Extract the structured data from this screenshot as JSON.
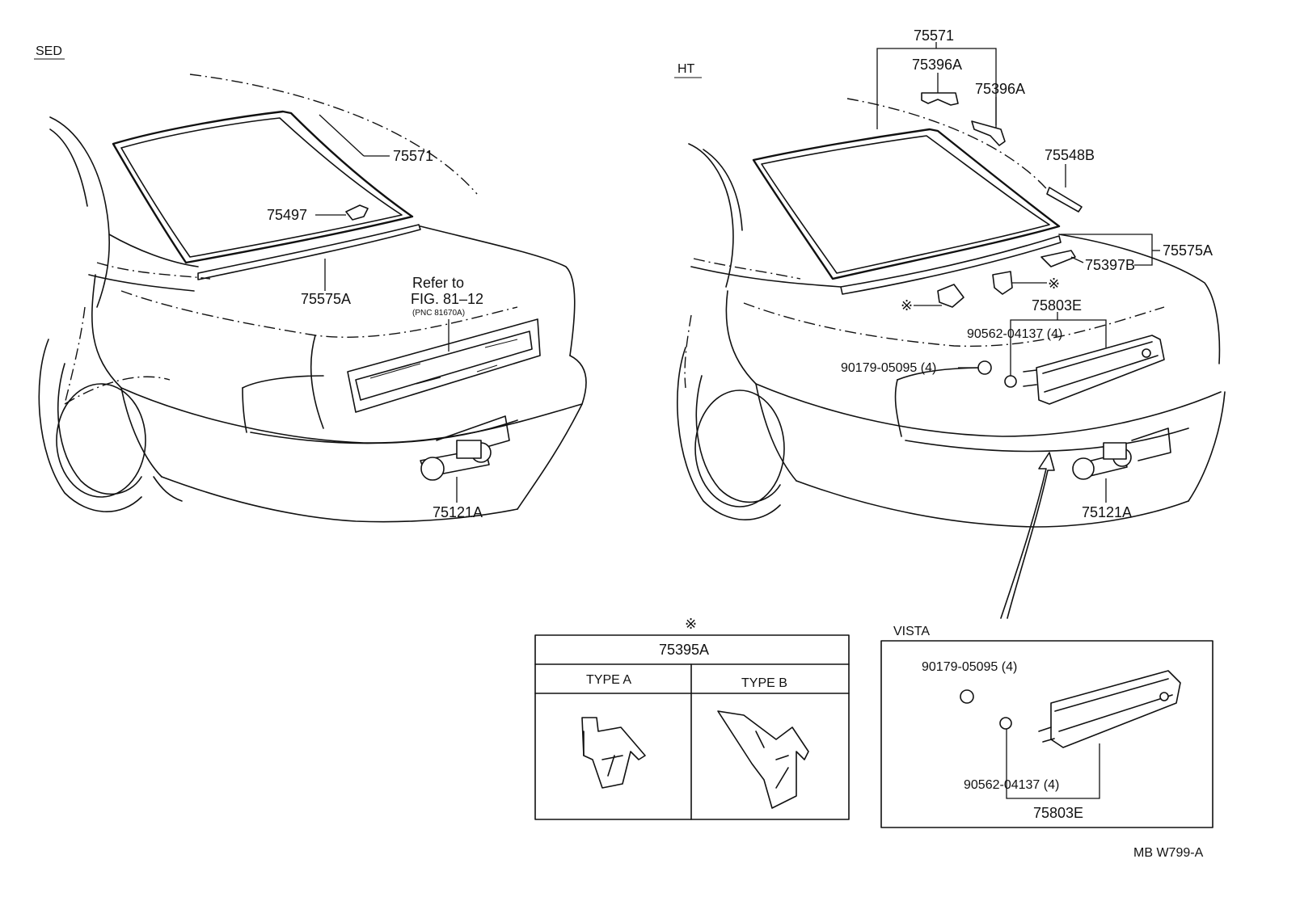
{
  "sections": {
    "sedan": "SED",
    "hardtop": "HT",
    "vista": "VISTA"
  },
  "labels": {
    "sed_glass_weatherstrip": "75571",
    "sed_clip": "75497",
    "sed_moulding": "75575A",
    "sed_refer_line1": "Refer to",
    "sed_refer_line2": "FIG. 81–12",
    "sed_refer_line3": "(PNC 81670A)",
    "sed_emblem": "75121A",
    "ht_weatherstrip": "75571",
    "ht_clip_left": "75396A",
    "ht_clip_right": "75396A",
    "ht_clip_b": "75548B",
    "ht_moulding": "75575A",
    "ht_clip_397b": "75397B",
    "ht_garnish": "75803E",
    "ht_nut": "90562-04137 (4)",
    "ht_screw": "90179-05095 (4)",
    "ht_emblem": "75121A",
    "note_mark": "※",
    "vista_screw": "90179-05095 (4)",
    "vista_nut": "90562-04137 (4)",
    "vista_garnish": "75803E",
    "footer_code": "MB W799-A"
  },
  "clip_table": {
    "mark": "※",
    "part_number": "75395A",
    "type_a": "TYPE A",
    "type_b": "TYPE B"
  }
}
